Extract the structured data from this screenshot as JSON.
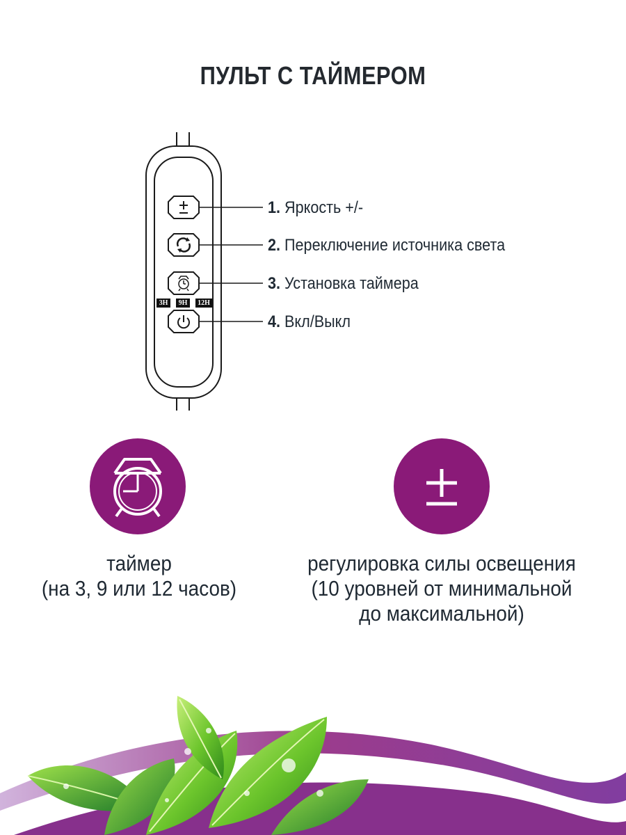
{
  "title": "ПУЛЬТ С ТАЙМЕРОМ",
  "remote": {
    "timer_labels": [
      "3H",
      "9H",
      "12H"
    ],
    "callouts": [
      {
        "num": "1.",
        "text": " Яркость +/-",
        "icon": "plus-minus-icon"
      },
      {
        "num": "2.",
        "text": " Переключение источника света",
        "icon": "switch-arrows-icon"
      },
      {
        "num": "3.",
        "text": " Установка таймера",
        "icon": "alarm-clock-icon"
      },
      {
        "num": "4.",
        "text": " Вкл/Выкл",
        "icon": "power-icon"
      }
    ]
  },
  "features": [
    {
      "icon": "alarm-clock-icon",
      "line1": "таймер",
      "line2": "(на 3, 9 или 12 часов)"
    },
    {
      "icon": "plus-minus-icon",
      "line1": "регулировка силы освещения",
      "line2": "(10 уровней от минимальной",
      "line3": "до максимальной)"
    }
  ],
  "colors": {
    "accent": "#8a1a78",
    "text": "#222a31",
    "leaf": "#5bbf2a"
  }
}
